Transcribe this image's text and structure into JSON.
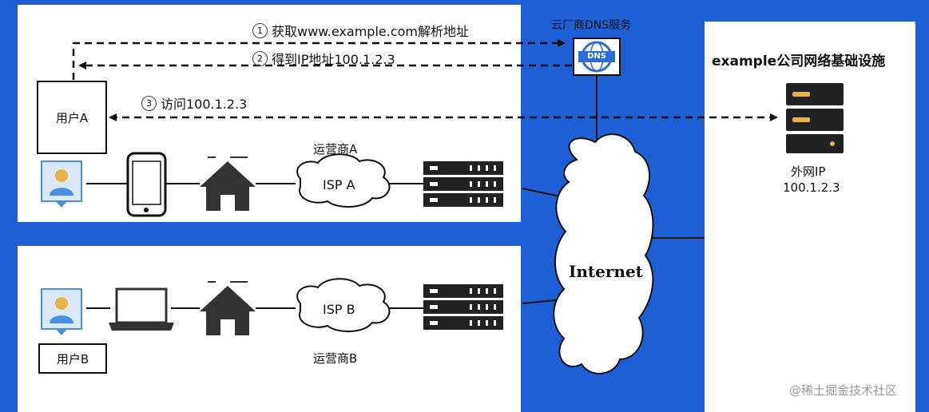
{
  "colors": {
    "background": "#1f5fd6",
    "panel": "#ffffff",
    "ink": "#111111",
    "icon_dark": "#333333",
    "avatar_blue": "#4a90e2",
    "server_accent": "#e9b24a",
    "dns_blue": "#2a6dd6"
  },
  "steps": [
    {
      "num": "1",
      "text": "获取www.example.com解析地址"
    },
    {
      "num": "2",
      "text": "得到IP地址100.1.2.3"
    },
    {
      "num": "3",
      "text": "访问100.1.2.3"
    }
  ],
  "dns": {
    "label": "云厂商DNS服务",
    "icon_text": "DNS"
  },
  "company": {
    "title": "example公司网络基础设施",
    "server_label": "外网IP",
    "server_ip": "100.1.2.3"
  },
  "user_a": {
    "label": "用户A",
    "isp_label": "运营商A",
    "cloud_text": "ISP A"
  },
  "user_b": {
    "label": "用户B",
    "isp_label": "运营商B",
    "cloud_text": "ISP B"
  },
  "internet": {
    "label": "Internet"
  },
  "watermark": "@稀土掘金技术社区"
}
